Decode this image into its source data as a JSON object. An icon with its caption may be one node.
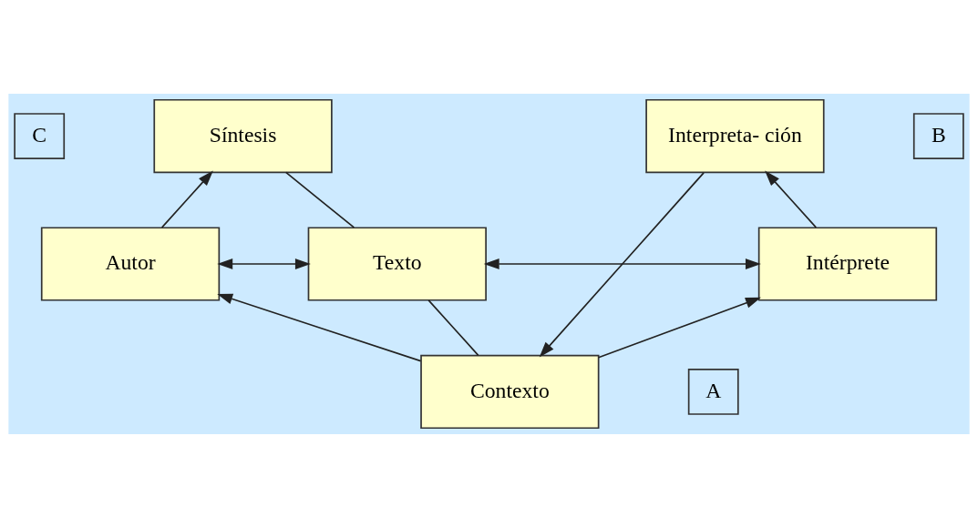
{
  "diagram": {
    "nodes": [
      {
        "text": [
          "C"
        ]
      },
      {
        "text": [
          "Interpreta- ción"
        ]
      },
      {
        "text": [
          "Síntesis"
        ]
      },
      {
        "text": [
          "Autor"
        ]
      },
      {
        "text": [
          "Texto"
        ]
      },
      {
        "text": [
          "Intérprete"
        ]
      },
      {
        "text": [
          "A"
        ]
      },
      {
        "text": [
          "Contexto"
        ]
      },
      {
        "text": [
          "B"
        ]
      }
    ],
    "edges": [
      {
        "from": 1,
        "to": 7,
        "arrow": "to"
      },
      {
        "from": 3,
        "to": 2,
        "arrow": "to"
      },
      {
        "from": 2,
        "to": 4,
        "arrow": "none"
      },
      {
        "from": 3,
        "to": 4,
        "arrow": "both"
      },
      {
        "from": 4,
        "to": 5,
        "arrow": "both"
      },
      {
        "from": 5,
        "to": 1,
        "arrow": "to"
      },
      {
        "from": 7,
        "to": 3,
        "arrow": "to"
      },
      {
        "from": 4,
        "to": 7,
        "arrow": "none"
      },
      {
        "from": 7,
        "to": 5,
        "arrow": "to"
      }
    ]
  }
}
